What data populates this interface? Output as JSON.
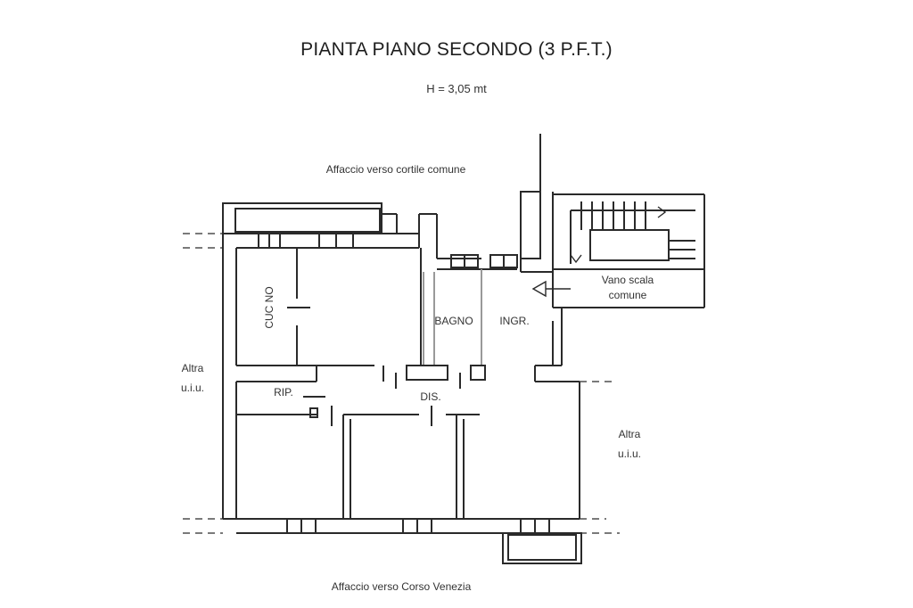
{
  "header": {
    "title": "PIANTA PIANO SECONDO (3 P.F.T.)",
    "height_note": "H = 3,05 mt"
  },
  "orientation": {
    "top_view": "Affaccio verso cortile comune",
    "bottom_view": "Affaccio verso Corso Venezia"
  },
  "rooms": {
    "kitchen": "CUC NO",
    "bathroom": "BAGNO",
    "entrance": "INGR.",
    "storage": "RIP.",
    "hallway": "DIS."
  },
  "stairwell": {
    "line1": "Vano scala",
    "line2": "comune"
  },
  "neighbors": {
    "left_line1": "Altra",
    "left_line2": "u.i.u.",
    "right_line1": "Altra",
    "right_line2": "u.i.u."
  }
}
